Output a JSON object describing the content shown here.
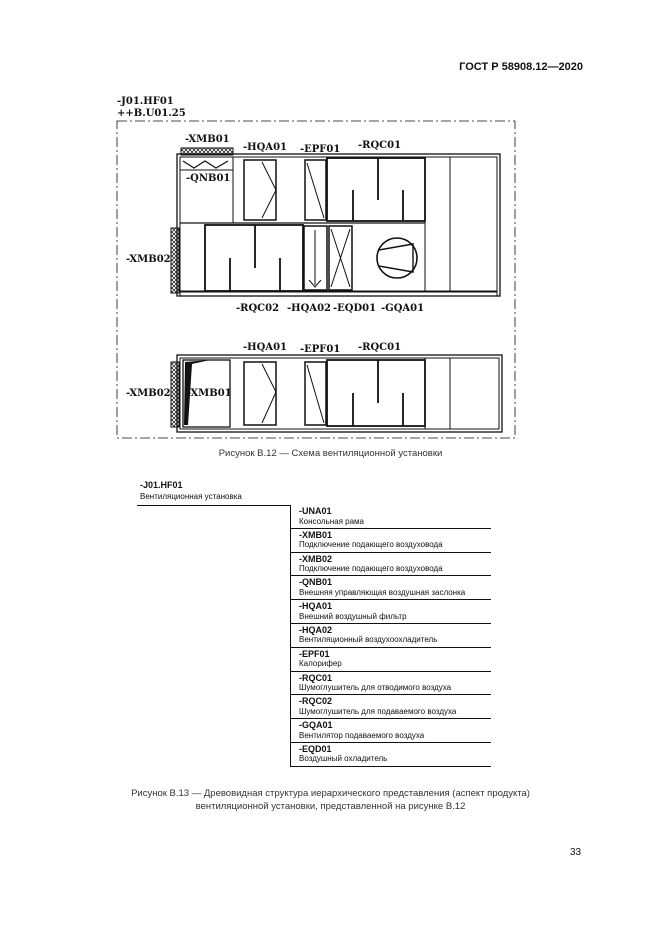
{
  "header": {
    "standard": "ГОСТ Р 58908.12—2020"
  },
  "figure_b12": {
    "designation": "-J01.HF01",
    "location": "++B.U01.25",
    "upper_labels": {
      "xmb01": "-XMB01",
      "hqa01": "-HQA01",
      "epf01": "-EPF01",
      "rqc01": "-RQC01",
      "qnb01": "-QNB01",
      "xmb02": "-XMB02",
      "rqc02": "-RQC02",
      "hqa02": "-HQA02",
      "eqd01": "-EQD01",
      "gqa01": "-GQA01"
    },
    "lower_labels": {
      "hqa01": "-HQA01",
      "epf01": "-EPF01",
      "rqc01": "-RQC01",
      "xmb02": "-XMB02",
      "xmb01": "-XMB01"
    },
    "caption": "Рисунок В.12 — Схема вентиляционной установки"
  },
  "figure_b13": {
    "root": {
      "code": "-J01.HF01",
      "name": "Вентиляционная установка"
    },
    "items": [
      {
        "code": "-UNA01",
        "name": "Консольная рама"
      },
      {
        "code": "-XMB01",
        "name": "Подключение подающего воздуховода"
      },
      {
        "code": "-XMB02",
        "name": "Подключение подающего воздуховода"
      },
      {
        "code": "-QNB01",
        "name": "Внешняя управляющая воздушная заслонка"
      },
      {
        "code": "-HQA01",
        "name": "Внешний воздушный фильтр"
      },
      {
        "code": "-HQA02",
        "name": "Вентиляционный воздухоохладитель"
      },
      {
        "code": "-EPF01",
        "name": "Калорифер"
      },
      {
        "code": "-RQC01",
        "name": "Шумоглушитель для отводимого воздуха"
      },
      {
        "code": "-RQC02",
        "name": "Шумоглушитель для подаваемого воздуха"
      },
      {
        "code": "-GQA01",
        "name": "Вентилятор подаваемого воздуха"
      },
      {
        "code": "-EQD01",
        "name": "Воздушный охладитель"
      }
    ],
    "caption_line1": "Рисунок В.13 — Древовидная структура иерархического представления (аспект продукта)",
    "caption_line2": "вентиляционной установки, представленной на рисунке В.12"
  },
  "page_number": "33"
}
